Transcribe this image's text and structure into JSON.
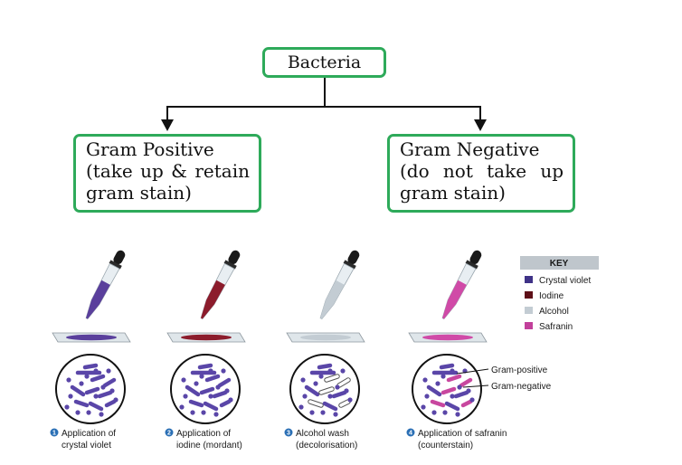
{
  "tree": {
    "root": "Bacteria",
    "left": {
      "title": "Gram Positive",
      "line2": "(take up & retain",
      "line3": "gram stain)"
    },
    "right": {
      "title": "Gram Negative",
      "line2": "(do not take up",
      "line3": "gram stain)"
    }
  },
  "steps": [
    {
      "num": "1",
      "line1": "Application of",
      "line2": "crystal violet",
      "fluid_color": "#5a3f9c"
    },
    {
      "num": "2",
      "line1": "Application of",
      "line2": "iodine (mordant)",
      "fluid_color": "#8c1c2c"
    },
    {
      "num": "3",
      "line1": "Alcohol wash",
      "line2": "(decolorisation)",
      "fluid_color": "#c3ccd3"
    },
    {
      "num": "4",
      "line1": "Application of safranin",
      "line2": "(counterstain)",
      "fluid_color": "#d04aa7"
    }
  ],
  "key": {
    "heading": "KEY",
    "items": [
      {
        "label": "Crystal violet",
        "color": "#3f3287"
      },
      {
        "label": "Iodine",
        "color": "#5e1018"
      },
      {
        "label": "Alcohol",
        "color": "#c3ccd3"
      },
      {
        "label": "Safranin",
        "color": "#c2409b"
      }
    ]
  },
  "annotations": {
    "gram_positive": "Gram-positive",
    "gram_negative": "Gram-negative"
  },
  "colors": {
    "box_border": "#2eaa5a",
    "cell_purple": "#5a46a8",
    "cell_pink": "#c8479f"
  }
}
